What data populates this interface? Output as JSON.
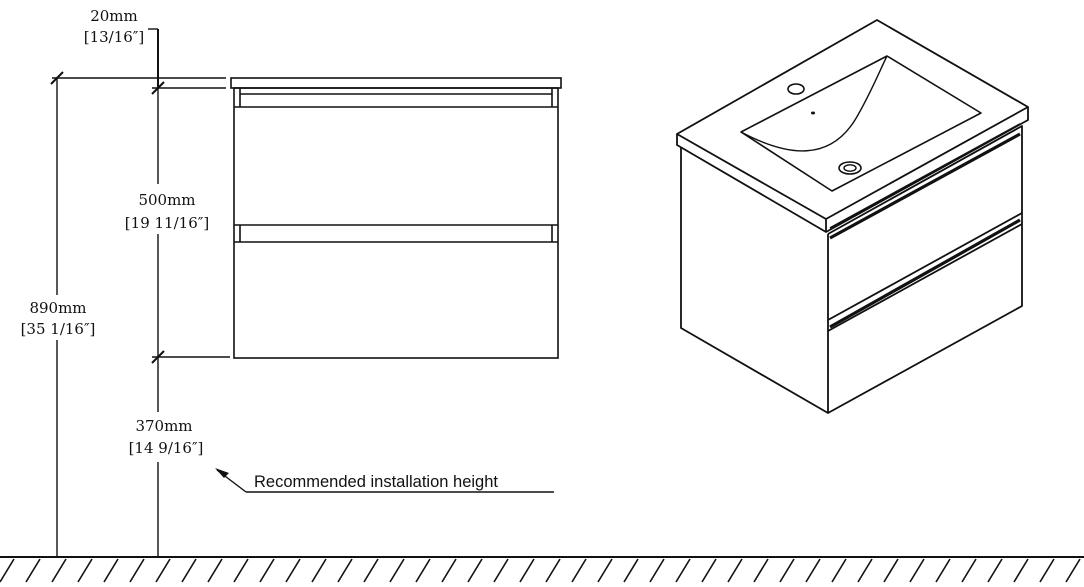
{
  "dimensions": {
    "top_thickness": {
      "mm": "20mm",
      "inch": "[13/16″]"
    },
    "cabinet_height": {
      "mm": "500mm",
      "inch": "[19 11/16″]"
    },
    "overall_height": {
      "mm": "890mm",
      "inch": "[35 1/16″]"
    },
    "install_height": {
      "mm": "370mm",
      "inch": "[14 9/16″]"
    }
  },
  "note": {
    "label": "Recommended installation height"
  },
  "colors": {
    "line": "#111111",
    "background": "#ffffff"
  }
}
